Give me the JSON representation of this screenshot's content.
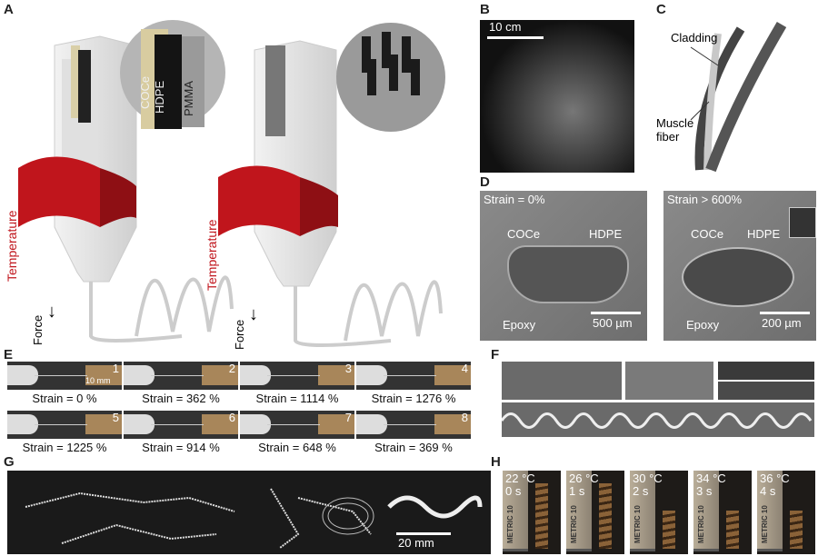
{
  "panels": {
    "a": "A",
    "b": "B",
    "c": "C",
    "d": "D",
    "e": "E",
    "f": "F",
    "g": "G",
    "h": "H"
  },
  "panel_a": {
    "layers": [
      "COCe",
      "HDPE",
      "PMMA"
    ],
    "temperature": "Temperature",
    "force": "Force"
  },
  "panel_b": {
    "scale": "10 cm"
  },
  "panel_c": {
    "cladding": "Cladding",
    "muscle": "Muscle fiber"
  },
  "panel_d": {
    "left": {
      "strain": "Strain = 0%",
      "coce": "COCe",
      "hdpe": "HDPE",
      "epoxy": "Epoxy",
      "scale": "500 µm"
    },
    "right": {
      "strain": "Strain > 600%",
      "coce": "COCe",
      "hdpe": "HDPE",
      "epoxy": "Epoxy",
      "scale": "200 µm"
    }
  },
  "panel_e": {
    "scale": "10 mm",
    "frames": [
      {
        "n": "1",
        "caption": "Strain = 0 %"
      },
      {
        "n": "2",
        "caption": "Strain = 362 %"
      },
      {
        "n": "3",
        "caption": "Strain = 1114 %"
      },
      {
        "n": "4",
        "caption": "Strain = 1276 %"
      },
      {
        "n": "5",
        "caption": "Strain = 1225 %"
      },
      {
        "n": "6",
        "caption": "Strain = 914 %"
      },
      {
        "n": "7",
        "caption": "Strain = 648 %"
      },
      {
        "n": "8",
        "caption": "Strain = 369 %"
      }
    ]
  },
  "panel_g": {
    "scale": "20 mm"
  },
  "panel_h": {
    "ruler": "METRIC 10",
    "frames": [
      {
        "temp": "22 °C",
        "time": "0 s"
      },
      {
        "temp": "26 °C",
        "time": "1 s"
      },
      {
        "temp": "30 °C",
        "time": "2 s"
      },
      {
        "temp": "34 °C",
        "time": "3 s"
      },
      {
        "temp": "36 °C",
        "time": "4 s"
      }
    ]
  },
  "colors": {
    "heater": "#c0151c",
    "fiber": "#e8e8e8"
  }
}
